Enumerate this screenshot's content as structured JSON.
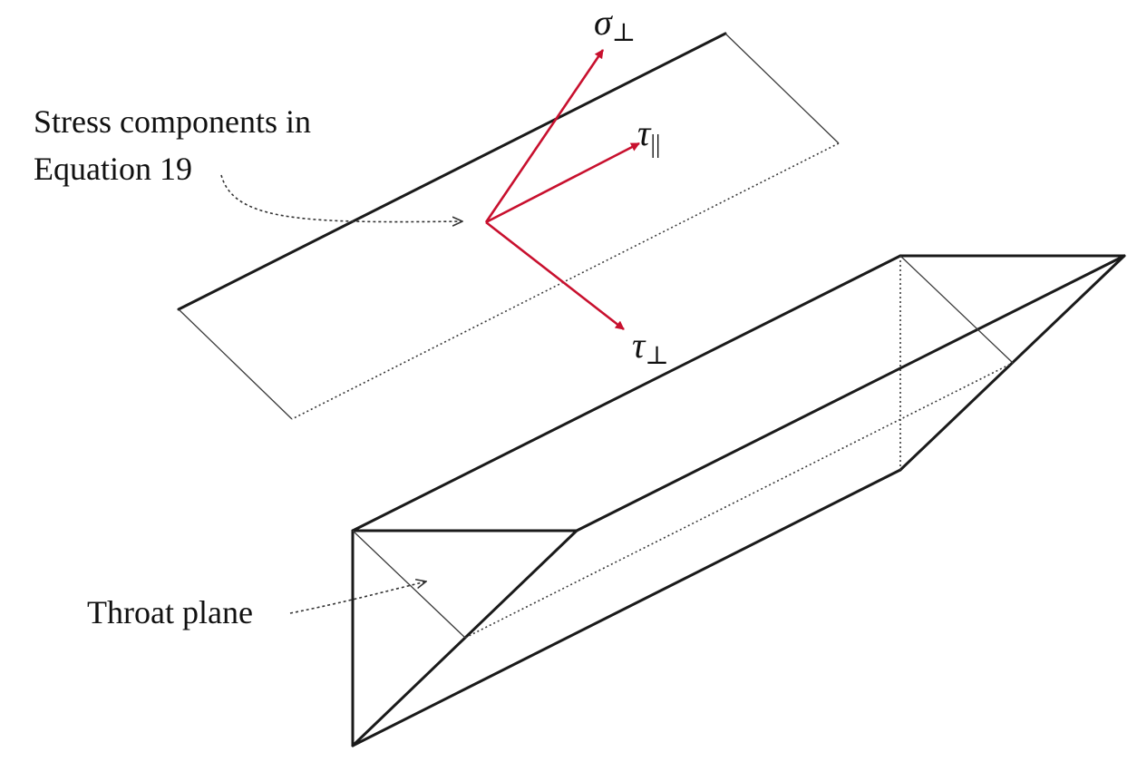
{
  "labels": {
    "stress_line1": "Stress components in",
    "stress_line2": "Equation 19",
    "throat_plane": "Throat plane"
  },
  "vectors": {
    "sigma_perp": {
      "symbol": "σ",
      "subscript": "⊥"
    },
    "tau_parallel": {
      "symbol": "τ",
      "subscript": "||"
    },
    "tau_perp": {
      "symbol": "τ",
      "subscript": "⊥"
    }
  },
  "colors": {
    "vector": "#c8102e",
    "line": "#1a1a1a",
    "text": "#111111"
  }
}
